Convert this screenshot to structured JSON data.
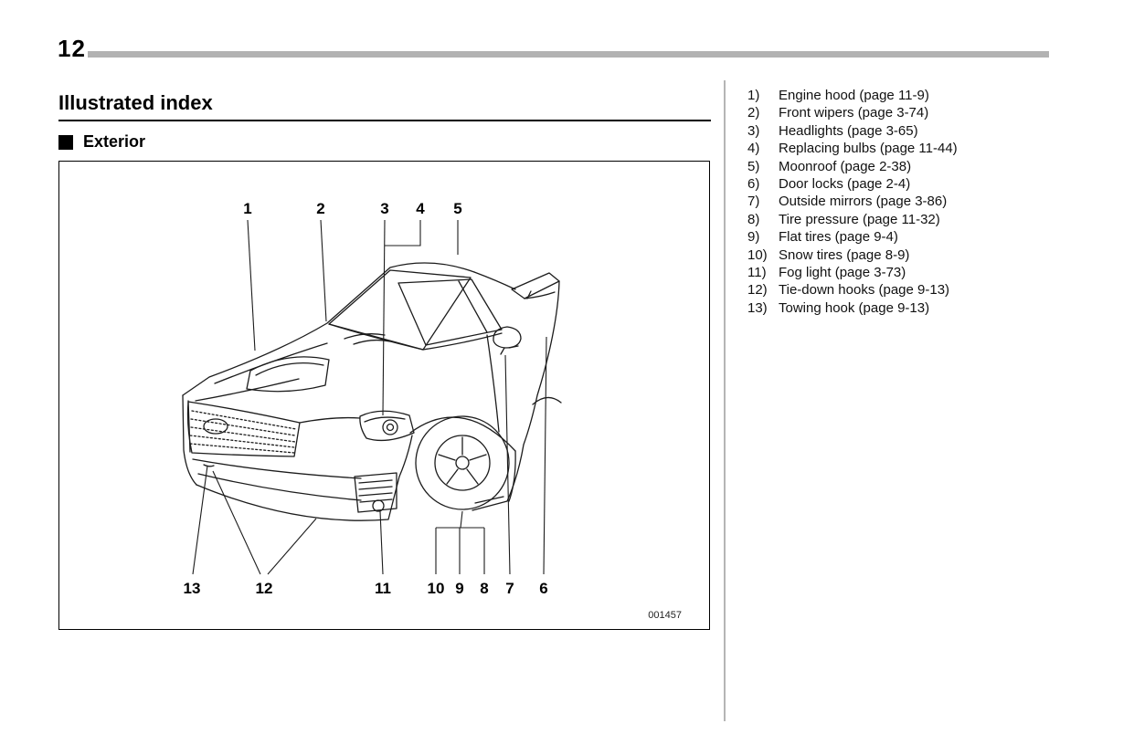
{
  "page": {
    "number": "12",
    "title": "Illustrated index",
    "section_label": "Exterior",
    "figure_code": "001457"
  },
  "legend": [
    {
      "num": "1)",
      "label": "Engine hood (page 11-9)"
    },
    {
      "num": "2)",
      "label": "Front wipers (page 3-74)"
    },
    {
      "num": "3)",
      "label": "Headlights (page 3-65)"
    },
    {
      "num": "4)",
      "label": "Replacing bulbs (page 11-44)"
    },
    {
      "num": "5)",
      "label": "Moonroof (page 2-38)"
    },
    {
      "num": "6)",
      "label": "Door locks (page 2-4)"
    },
    {
      "num": "7)",
      "label": "Outside mirrors (page 3-86)"
    },
    {
      "num": "8)",
      "label": "Tire pressure (page 11-32)"
    },
    {
      "num": "9)",
      "label": "Flat tires (page 9-4)"
    },
    {
      "num": "10)",
      "label": "Snow tires (page 8-9)"
    },
    {
      "num": "11)",
      "label": "Fog light (page 3-73)"
    },
    {
      "num": "12)",
      "label": "Tie-down hooks (page 9-13)"
    },
    {
      "num": "13)",
      "label": "Towing hook (page 9-13)"
    }
  ],
  "diagram": {
    "callouts_top": [
      "1",
      "2",
      "3",
      "4",
      "5"
    ],
    "callouts_bottom": [
      "13",
      "12",
      "11",
      "10",
      "9",
      "8",
      "7",
      "6"
    ]
  }
}
